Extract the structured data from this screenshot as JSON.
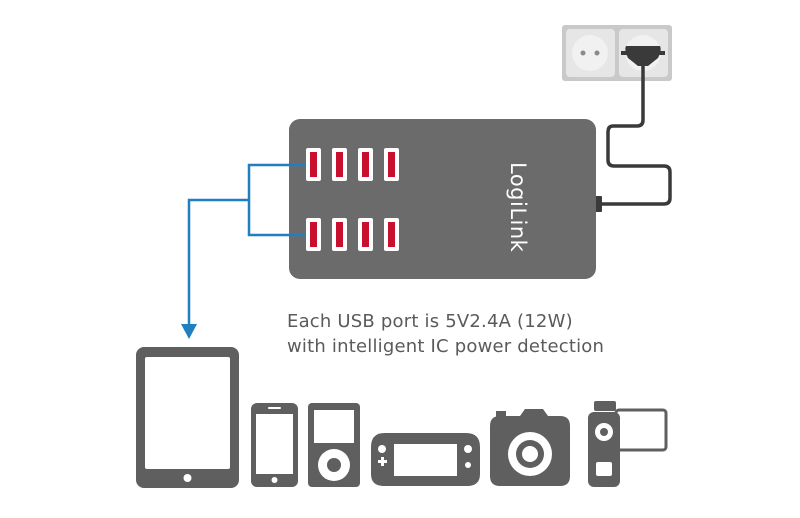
{
  "brand": {
    "logo_text": "LogiLink"
  },
  "caption": {
    "line1": "Each USB port is 5V2.4A (12W)",
    "line2": "with intelligent IC power detection"
  },
  "hub": {
    "usb_port_count": 8
  },
  "devices": [
    {
      "name": "tablet-icon"
    },
    {
      "name": "smartphone-icon"
    },
    {
      "name": "media-player-icon"
    },
    {
      "name": "handheld-console-icon"
    },
    {
      "name": "camera-icon"
    },
    {
      "name": "camcorder-icon"
    }
  ],
  "colors": {
    "device_gray": "#5f5f5f",
    "hub_gray": "#6b6b6b",
    "connector_blue": "#1f7fbf",
    "port_red": "#c8102e",
    "cable": "#3a3a3a"
  }
}
